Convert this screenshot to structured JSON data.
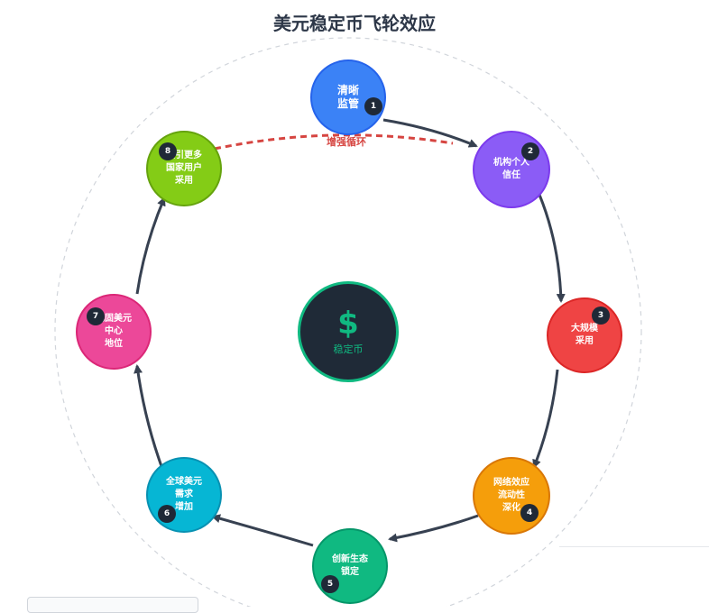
{
  "title": "美元稳定币飞轮效应",
  "center": {
    "symbol": "$",
    "label": "稳定币"
  },
  "loop_label": "增强循环",
  "nodes": [
    {
      "num": "1",
      "lines": [
        "清晰",
        "监管"
      ],
      "color": "#3b82f6"
    },
    {
      "num": "2",
      "lines": [
        "机构个人",
        "信任"
      ],
      "color": "#8b5cf6"
    },
    {
      "num": "3",
      "lines": [
        "大规模",
        "采用"
      ],
      "color": "#ef4444"
    },
    {
      "num": "4",
      "lines": [
        "网络效应",
        "流动性",
        "深化"
      ],
      "color": "#f59e0b"
    },
    {
      "num": "5",
      "lines": [
        "创新生态",
        "锁定"
      ],
      "color": "#10b981"
    },
    {
      "num": "6",
      "lines": [
        "全球美元",
        "需求",
        "增加"
      ],
      "color": "#06b6d4"
    },
    {
      "num": "7",
      "lines": [
        "巩固美元",
        "中心",
        "地位"
      ],
      "color": "#ec4899"
    },
    {
      "num": "8",
      "lines": [
        "吸引更多",
        "国家用户",
        "采用"
      ],
      "color": "#84cc16"
    }
  ],
  "colors": {
    "arrow": "#374151",
    "dashed_loop": "#d64541",
    "guide_circle": "#d1d5db",
    "center_accent": "#10b981"
  }
}
